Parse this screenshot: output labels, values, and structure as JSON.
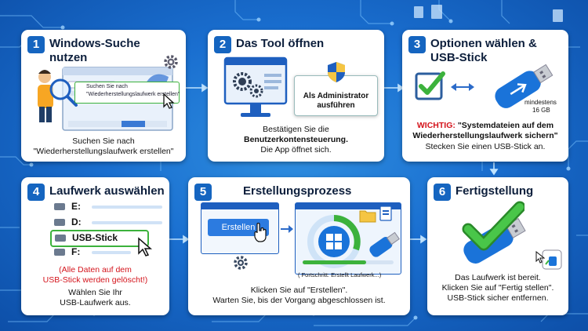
{
  "steps": [
    {
      "num": "1",
      "title": "Windows-Suche nutzen",
      "search_box_line1": "Suchen Sie nach",
      "search_box_line2": "\"Wiederherstellungslaufwerk erstellen\"",
      "desc_line1": "Suchen Sie nach",
      "desc_line2": "\"Wiederherstellungslaufwerk erstellen\""
    },
    {
      "num": "2",
      "title": "Das Tool öffnen",
      "admin_line1": "Als Administrator",
      "admin_line2": "ausführen",
      "desc_line1": "Bestätigen Sie die",
      "desc_line2": "Benutzerkontensteuerung.",
      "desc_line3": "Die App öffnet sich."
    },
    {
      "num": "3",
      "title_line1": "Optionen wählen &",
      "title_line2": "USB-Stick",
      "usb_size_line1": "mindestens",
      "usb_size_line2": "16 GB",
      "warn_label": "WICHTIG:",
      "warn_line1": "\"Systemdateien auf dem",
      "warn_line2": "Wiederherstellungslaufwerk sichern\"",
      "desc": "Stecken Sie einen USB-Stick an."
    },
    {
      "num": "4",
      "title": "Laufwerk auswählen",
      "drives": [
        "E:",
        "D:",
        "USB-Stick",
        "F:"
      ],
      "warn_line1": "(Alle Daten auf dem",
      "warn_line2": "USB-Stick werden gelöscht!)",
      "desc_line1": "Wählen Sie Ihr",
      "desc_line2": "USB-Laufwerk aus."
    },
    {
      "num": "5",
      "title": "Erstellungsprozess",
      "button_label": "Erstellen",
      "progress_text": "( Fortschritt: Erstellt Laufwerk...)",
      "desc_line1": "Klicken Sie auf \"Erstellen\".",
      "desc_line2": "Warten Sie, bis der Vorgang abgeschlossen ist."
    },
    {
      "num": "6",
      "title": "Fertigstellung",
      "desc_line1": "Das Laufwerk ist bereit.",
      "desc_line2": "Klicken Sie auf \"Fertig stellen\".",
      "desc_line3": "USB-Stick sicher entfernen."
    }
  ],
  "colors": {
    "accent": "#1565c0",
    "warning": "#d4141c",
    "check": "#3cb23c",
    "usb": "#1a73d9"
  },
  "icons": [
    "search-icon",
    "gear-icon",
    "shield-icon",
    "usb-icon",
    "check-icon",
    "drive-icon",
    "cursor-icon",
    "folder-icon",
    "windows-logo-icon"
  ]
}
